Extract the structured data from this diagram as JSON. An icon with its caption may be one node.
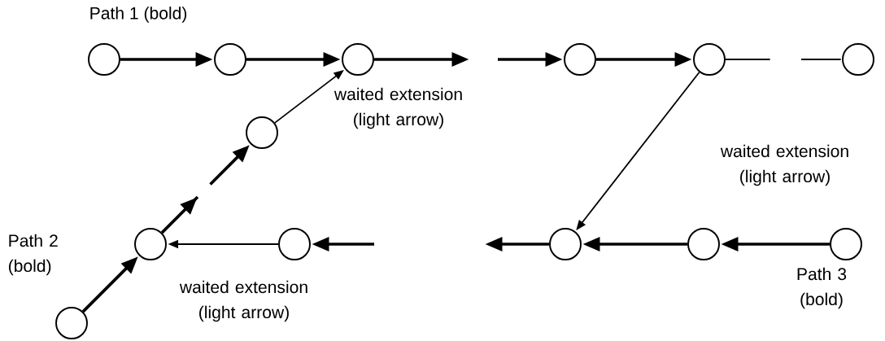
{
  "diagram": {
    "nodes": [
      {
        "text": [],
        "shape": "circle"
      },
      {
        "text": [],
        "shape": "circle"
      },
      {
        "text": [],
        "shape": "circle"
      },
      {
        "text": [],
        "shape": "circle"
      },
      {
        "text": [],
        "shape": "circle"
      },
      {
        "text": [],
        "shape": "circle"
      },
      {
        "text": [],
        "shape": "circle"
      },
      {
        "text": [],
        "shape": "circle"
      },
      {
        "text": [],
        "shape": "circle"
      },
      {
        "text": [],
        "shape": "circle"
      },
      {
        "text": [],
        "shape": "circle"
      },
      {
        "text": [],
        "shape": "circle"
      },
      {
        "text": [],
        "shape": "circle"
      }
    ],
    "edges": [
      {
        "from": 0,
        "to": 1,
        "arrow": "to"
      },
      {
        "from": 1,
        "to": 2,
        "arrow": "to"
      },
      {
        "from": 2,
        "to": null,
        "arrow": "to"
      },
      {
        "from": null,
        "to": 3,
        "arrow": "to"
      },
      {
        "from": 3,
        "to": 4,
        "arrow": "to"
      },
      {
        "from": 4,
        "to": null,
        "arrow": "none"
      },
      {
        "from": null,
        "to": 5,
        "arrow": "none"
      },
      {
        "from": 6,
        "to": 2,
        "arrow": "to"
      },
      {
        "from": 7,
        "to": 6,
        "arrow": "to",
        "style": "dashed"
      },
      {
        "from": 12,
        "to": 7,
        "arrow": "to"
      },
      {
        "from": 8,
        "to": 7,
        "arrow": "to"
      },
      {
        "from": null,
        "to": 8,
        "arrow": "to"
      },
      {
        "from": 9,
        "to": null,
        "arrow": "to"
      },
      {
        "from": 10,
        "to": 9,
        "arrow": "to"
      },
      {
        "from": 11,
        "to": 10,
        "arrow": "to"
      },
      {
        "from": 4,
        "to": 9,
        "arrow": "to"
      }
    ],
    "labels": [
      "Path 1 (bold)",
      "waited extension (light arrow)",
      "waited extension (light arrow)",
      "Path 2 (bold)",
      "waited extension (light arrow)",
      "Path 3 (bold)"
    ]
  }
}
